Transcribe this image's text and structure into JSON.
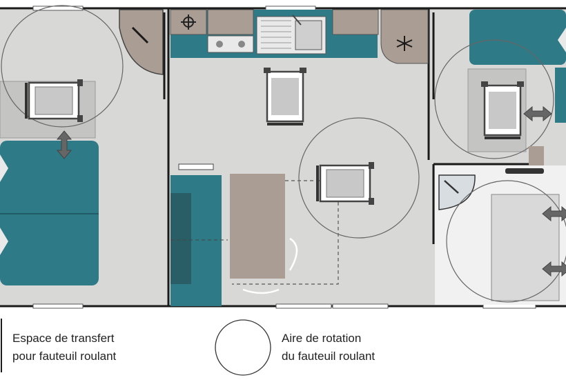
{
  "legend": {
    "transfer": {
      "line1": "Espace de transfert",
      "line2": "pour fauteuil roulant"
    },
    "rotation": {
      "line1": "Aire de rotation",
      "line2": "du fauteuil roulant"
    }
  },
  "colors": {
    "floor": "#d8d9d7",
    "wall": "#1a1a1a",
    "teal": "#2e7a86",
    "beige": "#a99d94",
    "transfer_zone": "#c4c5c3",
    "counter_white": "#e9e9e9",
    "bath_floor": "#f1f1f1"
  },
  "icons": {
    "wheelchair": "wheelchair-icon",
    "arrow": "double-arrow-icon",
    "stove": "stove-icon",
    "sink": "sink-icon",
    "snowflake": "snowflake-icon"
  }
}
